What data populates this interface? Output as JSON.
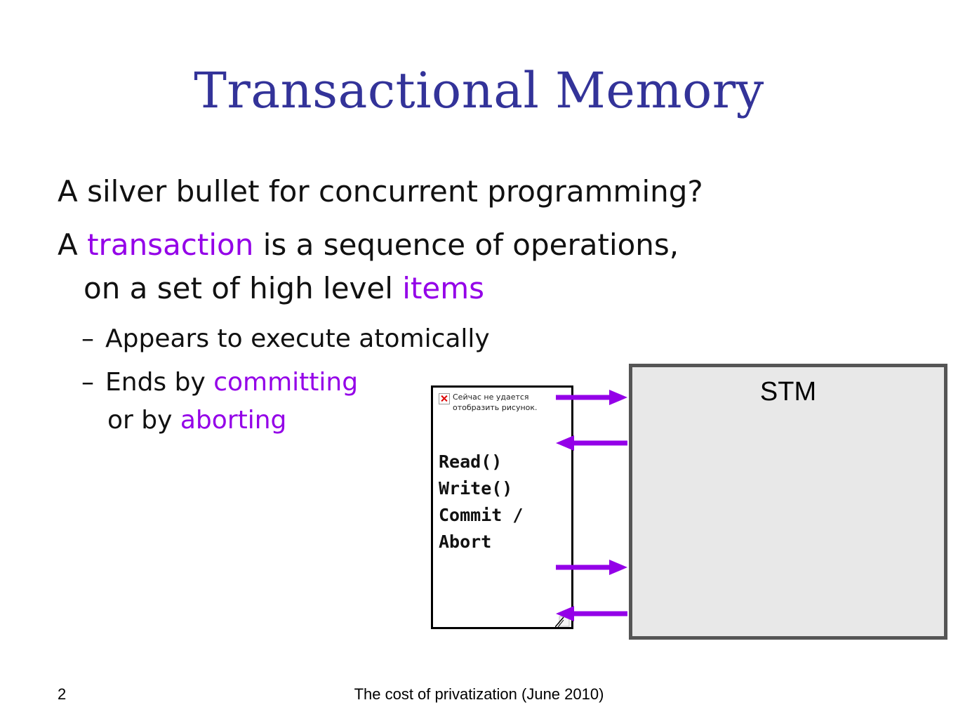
{
  "slide": {
    "title": "Transactional Memory",
    "line1": "A silver bullet for concurrent programming?",
    "line2": {
      "prefix": "A ",
      "term1": "transaction",
      "middle": " is a sequence of operations,"
    },
    "line3": {
      "prefix": "on a set of high level ",
      "term": "items"
    },
    "bullet1": {
      "dash": "–",
      "text": "Appears to execute atomically"
    },
    "bullet2": {
      "dash": "–",
      "prefix": "Ends by ",
      "term": "committing"
    },
    "bullet2b": {
      "prefix": "or by ",
      "term": "aborting"
    }
  },
  "diagram": {
    "broken_image_text": "Сейчас не удается отобразить рисунок.",
    "operations": [
      "Read()",
      "Write()",
      "Commit /",
      "Abort"
    ],
    "stm_label": "STM",
    "arrow_color": "#9400e8"
  },
  "footer": {
    "page_number": "2",
    "caption": "The cost of privatization (June 2010)"
  }
}
